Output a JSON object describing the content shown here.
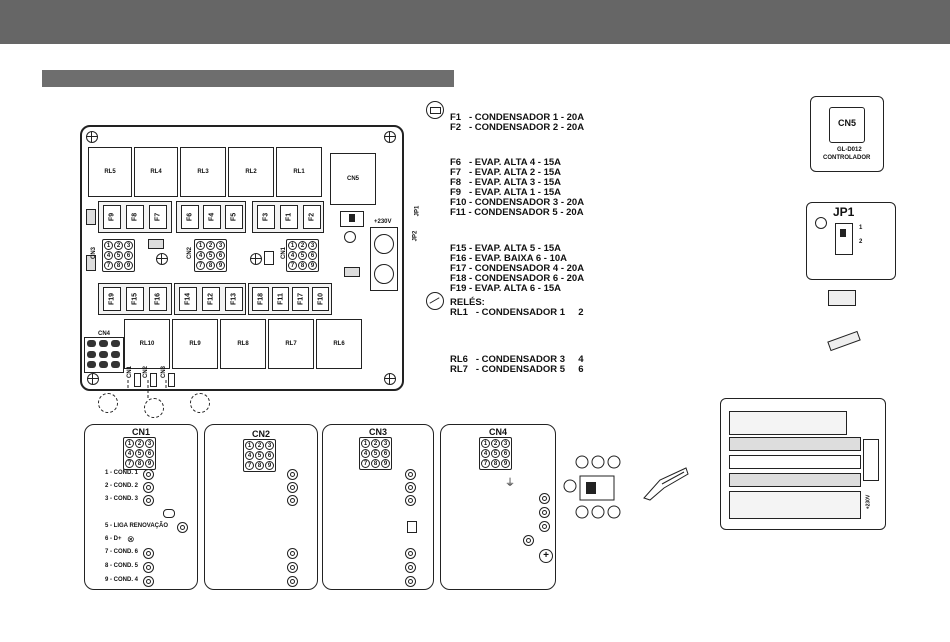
{
  "board": {
    "relays_top": [
      "RL5",
      "RL4",
      "RL3",
      "RL2",
      "RL1"
    ],
    "relay_cn5": "CN5",
    "fuses_row1_left": [
      "F9",
      "F8",
      "F7"
    ],
    "fuses_row1_mid": [
      "F6",
      "F4",
      "F5"
    ],
    "fuses_row1_right": [
      "F3",
      "F1",
      "F2"
    ],
    "fuses_row2_left": [
      "F19",
      "F15",
      "F16"
    ],
    "fuses_row2_mid": [
      "F14",
      "F12",
      "F13"
    ],
    "fuses_row2_right": [
      "F18",
      "F11",
      "F17",
      "F10"
    ],
    "relays_bottom": [
      "RL10",
      "RL9",
      "RL8",
      "RL7",
      "RL6"
    ],
    "conn_numbers": [
      "1",
      "2",
      "3",
      "4",
      "5",
      "6",
      "7",
      "8",
      "9"
    ],
    "cn4_small": "CN4",
    "tag_230v": "+230V",
    "side_labels": {
      "cn3": "CN3",
      "cn2": "CN2",
      "cn1": "CN1",
      "jp1": "JP1",
      "jp2": "JP2"
    },
    "bottom_pins": [
      "CN1",
      "CN2",
      "CN3"
    ]
  },
  "legend": {
    "fuses_a": [
      "F1   - CONDENSADOR 1 - 20A",
      "F2   - CONDENSADOR 2 - 20A"
    ],
    "fuses_b": [
      "F6   - EVAP. ALTA 4 - 15A",
      "F7   - EVAP. ALTA 2 - 15A",
      "F8   - EVAP. ALTA 3 - 15A",
      "F9   - EVAP. ALTA 1 - 15A",
      "F10 - CONDENSADOR 3 - 20A",
      "F11 - CONDENSADOR 5 - 20A"
    ],
    "fuses_c": [
      "F15 - EVAP. ALTA 5 - 15A",
      "F16 - EVAP. BAIXA 6 - 10A",
      "F17 - CONDENSADOR 4 - 20A",
      "F18 - CONDENSADOR 6 - 20A",
      "F19 - EVAP. ALTA 6 - 15A"
    ],
    "relays_title": "RELÉS:",
    "relays_a": [
      "RL1   - CONDENSADOR 1     2"
    ],
    "relays_b": [
      "RL6   - CONDENSADOR 3     4",
      "RL7   - CONDENSADOR 5     6"
    ]
  },
  "cn5_box": {
    "title": "CN5",
    "code": "GL-D012",
    "label": "CONTROLADOR"
  },
  "jp1_box": {
    "title": "JP1",
    "pos1": "1",
    "pos2": "2"
  },
  "connectors": {
    "cn1": {
      "title": "CN1",
      "pins": [
        "1 - COND. 1",
        "2 - COND. 2",
        "3 - COND. 3",
        "5 - LIGA RENOVAÇÃO",
        "6 - D+",
        "7 - COND. 6",
        "8 - COND. 5",
        "9 - COND. 4"
      ]
    },
    "cn2": {
      "title": "CN2"
    },
    "cn3": {
      "title": "CN3"
    },
    "cn4": {
      "title": "CN4"
    }
  },
  "thumb_board": {
    "label": "+230V"
  }
}
